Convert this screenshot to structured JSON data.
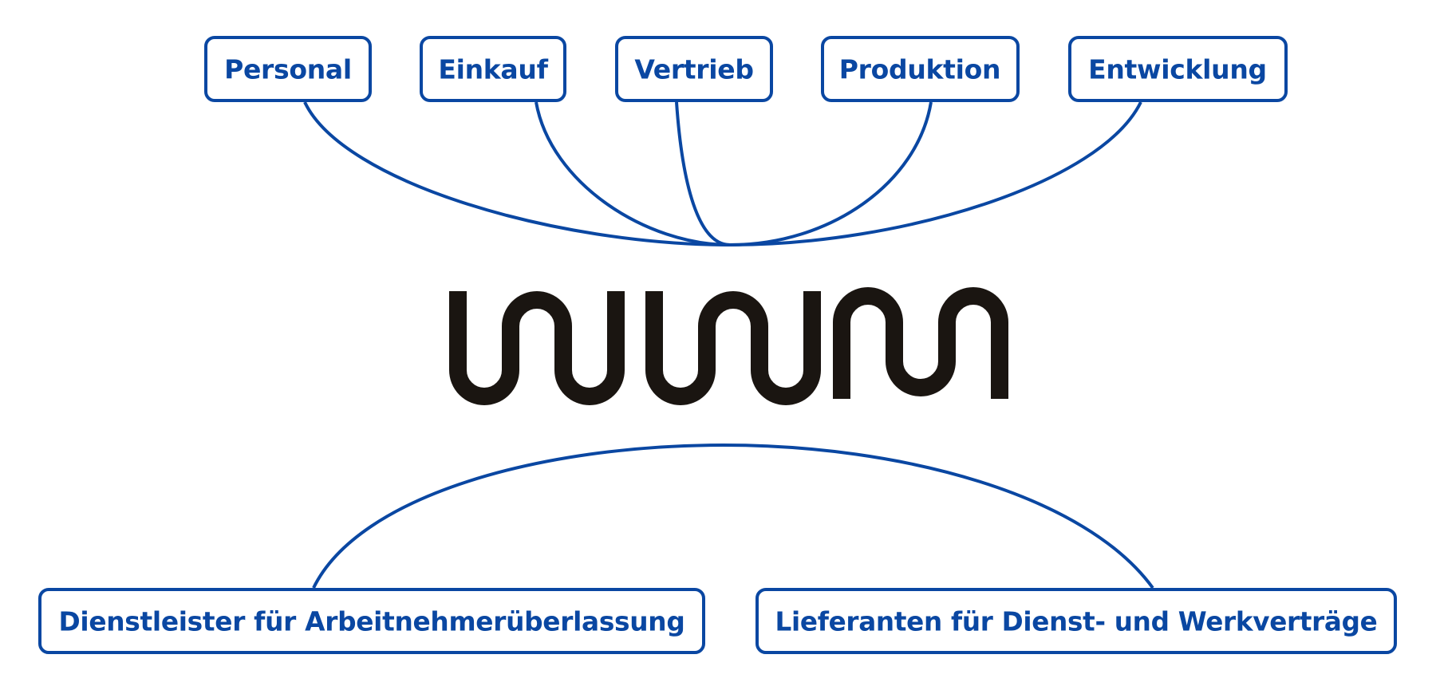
{
  "colors": {
    "accent": "#0a47a2",
    "logo": "#1a1511",
    "background": "#ffffff"
  },
  "top_nodes": [
    {
      "label": "Personal"
    },
    {
      "label": "Einkauf"
    },
    {
      "label": "Vertrieb"
    },
    {
      "label": "Produktion"
    },
    {
      "label": "Entwicklung"
    }
  ],
  "center_logo": {
    "icon": "wavy-line-logo-icon"
  },
  "bottom_nodes": [
    {
      "label": "Dienstleister für Arbeitnehmerüberlassung"
    },
    {
      "label": "Lieferanten für Dienst- und Werkverträge"
    }
  ]
}
